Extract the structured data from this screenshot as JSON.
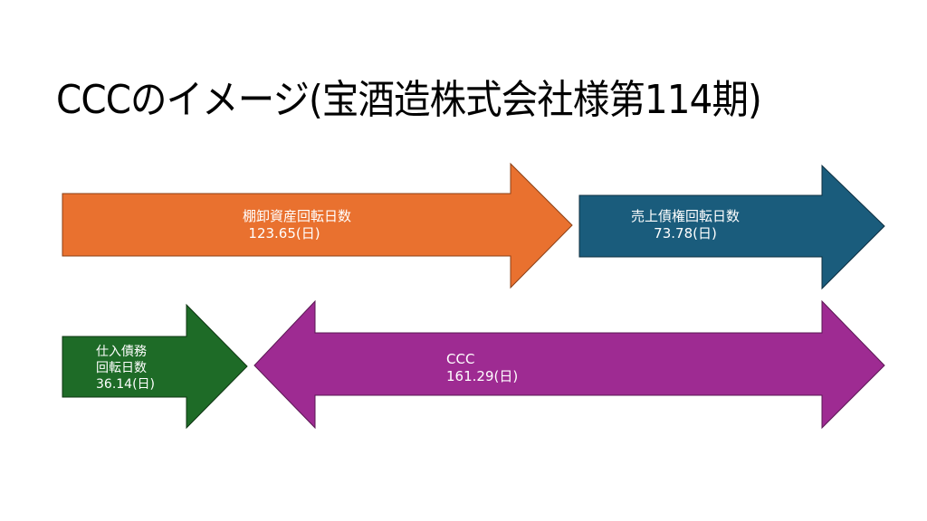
{
  "title": "CCCのイメージ(宝酒造株式会社様第114期)",
  "colors": {
    "inventory": "#E9712F",
    "receivables": "#1A5C7C",
    "payables": "#1E6B27",
    "ccc": "#9E2B92"
  },
  "arrows": {
    "inventory": {
      "line1": "棚卸資産回転日数",
      "line2": "123.65(日)",
      "days": 123.65
    },
    "receivables": {
      "line1": "売上債権回転日数",
      "line2": "73.78(日)",
      "days": 73.78
    },
    "payables": {
      "line1": "仕入債務",
      "line2": "回転日数",
      "line3": "36.14(日)",
      "days": 36.14
    },
    "ccc": {
      "line1": "CCC",
      "line2": "161.29(日)",
      "days": 161.29
    }
  }
}
